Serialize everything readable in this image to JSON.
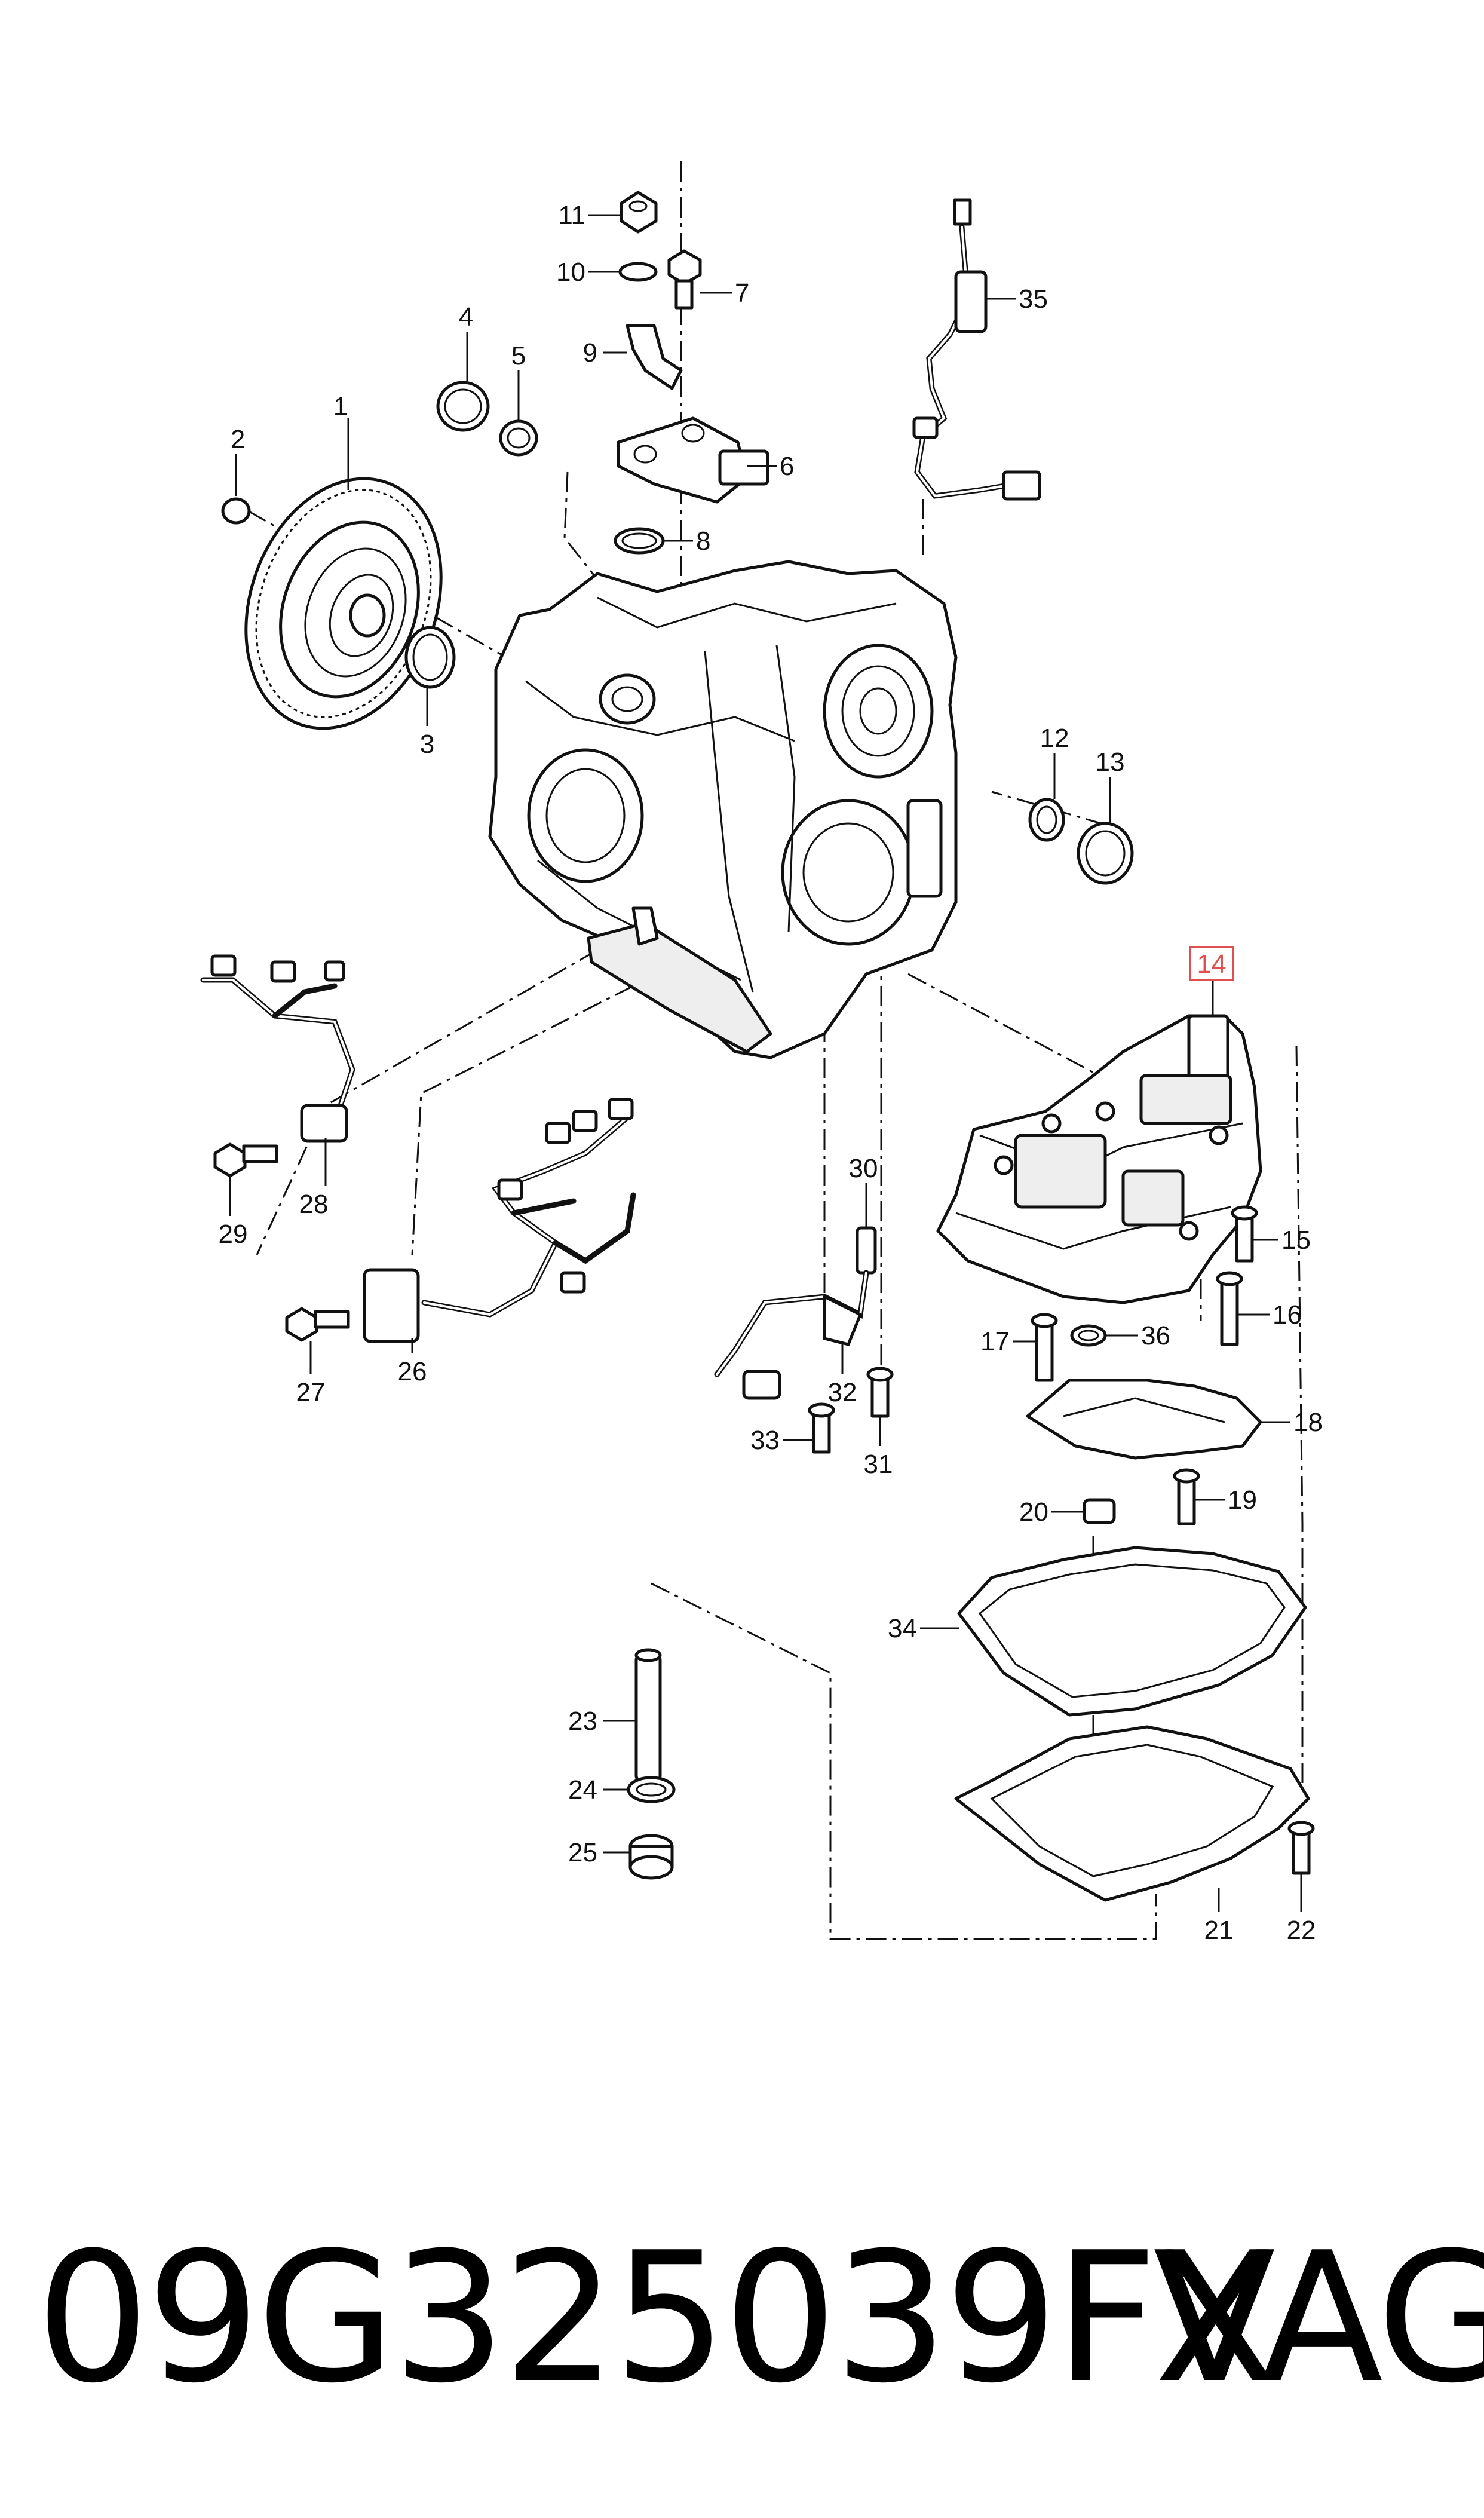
{
  "diagram": {
    "callouts": [
      "1",
      "2",
      "3",
      "4",
      "5",
      "6",
      "7",
      "8",
      "9",
      "10",
      "11",
      "12",
      "13",
      "14",
      "15",
      "16",
      "17",
      "18",
      "19",
      "20",
      "21",
      "22",
      "23",
      "24",
      "25",
      "26",
      "27",
      "28",
      "29",
      "30",
      "31",
      "32",
      "33",
      "34",
      "35",
      "36"
    ],
    "highlighted_callout": "14",
    "highlight_color": "#e05050"
  },
  "footer": {
    "part_number": "09G325039FX",
    "brand": "VAG"
  }
}
